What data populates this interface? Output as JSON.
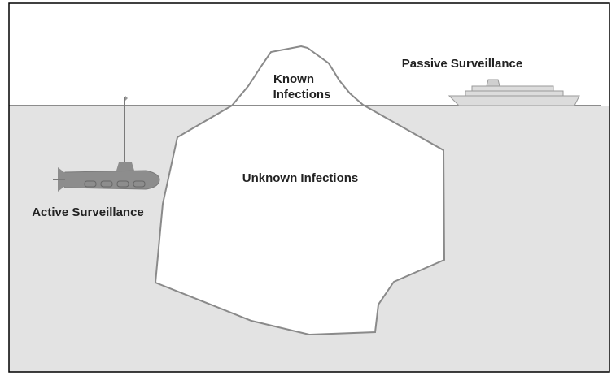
{
  "labels": {
    "known_line1": "Known",
    "known_line2": "Infections",
    "unknown": "Unknown Infections",
    "passive": "Passive Surveillance",
    "active": "Active Surveillance"
  },
  "colors": {
    "sky": "#ffffff",
    "sea": "#e3e3e3",
    "iceberg_fill": "#ffffff",
    "iceberg_stroke": "#8a8a8a",
    "frame": "#000000",
    "waterline": "#8c8c8c",
    "submarine": "#8d8d8d",
    "ship_hull": "#dcdcdc",
    "ship_outline": "#9a9a9a",
    "text": "#222222"
  },
  "icons": {
    "iceberg": "iceberg-icon",
    "submarine": "submarine-icon",
    "ship": "cruise-ship-icon"
  }
}
